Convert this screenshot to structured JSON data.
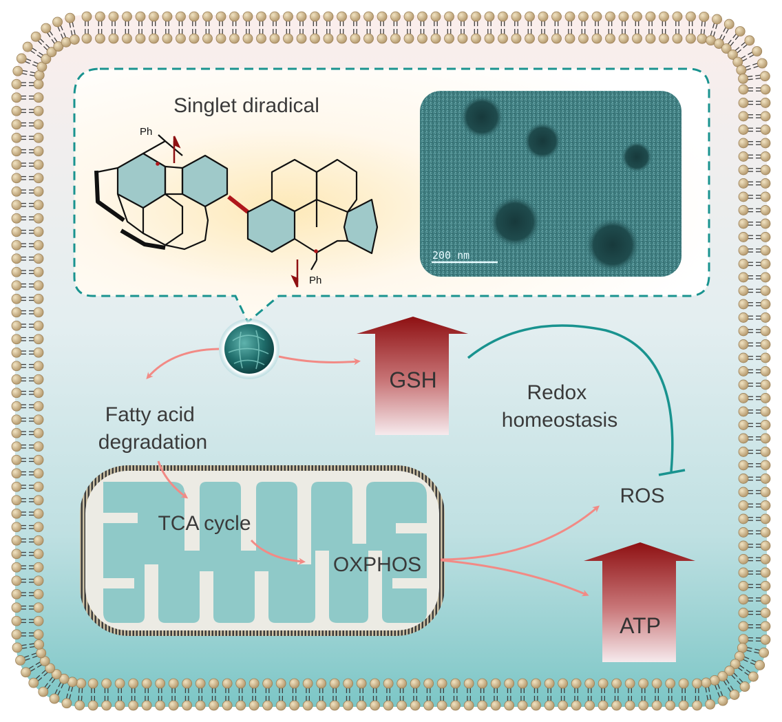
{
  "structure_title": "Singlet diradical",
  "phenyl_label": "Ph",
  "tem_scale_label": "200  nm",
  "nodes": {
    "fatty_acid": [
      "Fatty acid",
      "degradation"
    ],
    "tca_cycle": "TCA cycle",
    "oxphos": "OXPHOS",
    "gsh": "GSH",
    "redox": [
      "Redox",
      "homeostasis"
    ],
    "ros": "ROS",
    "atp": "ATP"
  },
  "colors": {
    "membrane_head": "#cdb48a",
    "teal": "#19938f",
    "flow_arrow": "#f28a85",
    "up_arrow_dark": "#8e1012",
    "mito_fill": "#8fc9c8",
    "tem_bg": "#3f7d80"
  }
}
